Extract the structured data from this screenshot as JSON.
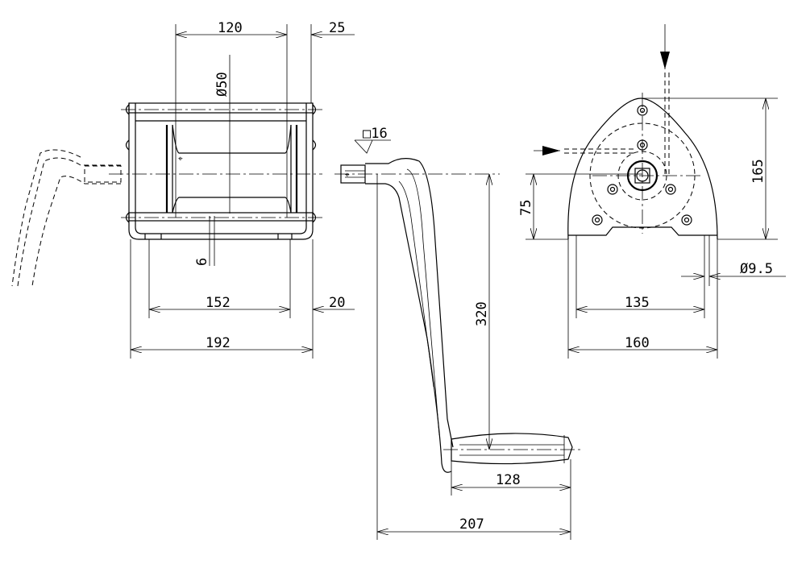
{
  "drawing": {
    "side_view": {
      "drum_width": "120",
      "side_offset": "25",
      "drum_diameter": "Ø50",
      "base_thickness": "6",
      "mount_spacing": "152",
      "mount_offset": "20",
      "overall_width": "192"
    },
    "crank": {
      "shaft_square": "□16",
      "crank_radius": "320",
      "grip_length": "128",
      "overall_length": "207"
    },
    "front_view": {
      "shaft_height": "75",
      "overall_height": "165",
      "hole_diameter": "Ø9.5",
      "hole_spacing": "135",
      "base_width": "160"
    }
  }
}
